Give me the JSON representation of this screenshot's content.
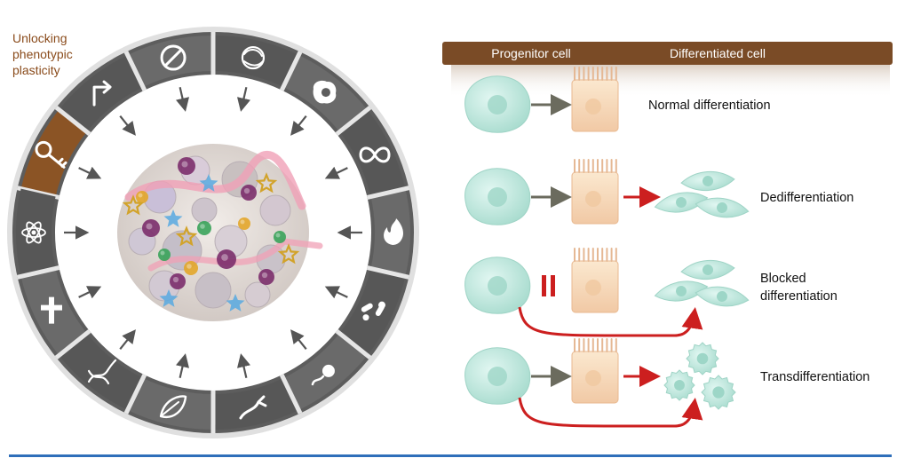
{
  "figure": {
    "hallmark_label": [
      "Unlocking",
      "phenotypic",
      "plasticity"
    ],
    "header": {
      "left": "Progenitor cell",
      "right": "Differentiated cell"
    },
    "rows": [
      {
        "label_lines": [
          "Normal differentiation"
        ],
        "type": "normal"
      },
      {
        "label_lines": [
          "Dedifferentiation"
        ],
        "type": "dedifferentiation"
      },
      {
        "label_lines": [
          "Blocked",
          "differentiation"
        ],
        "type": "blocked"
      },
      {
        "label_lines": [
          "Transdifferentiation"
        ],
        "type": "transdifferentiation"
      }
    ],
    "wheel_icons": [
      "key-icon",
      "turn-arrow-icon",
      "prohibited-icon",
      "clock-cell-icon",
      "cancer-cell-icon",
      "infinity-icon",
      "flame-icon",
      "bacteria-icon",
      "sperm-cell-icon",
      "nerve-branch-icon",
      "leaf-icon",
      "dna-helix-icon",
      "cross-icon",
      "atom-icon"
    ],
    "colors": {
      "header_bar": "#7a4b26",
      "key_segment": "#8b5425",
      "wheel_dark": "#5d5d5d",
      "wheel_light": "#e0e0e0",
      "cell": "#c5ece4",
      "differentiated_cell": "#f6d9b8",
      "red_arrow": "#cc1f1f",
      "grey_arrow": "#6b6b5e",
      "bottom_rule": "#2f6fba"
    }
  }
}
